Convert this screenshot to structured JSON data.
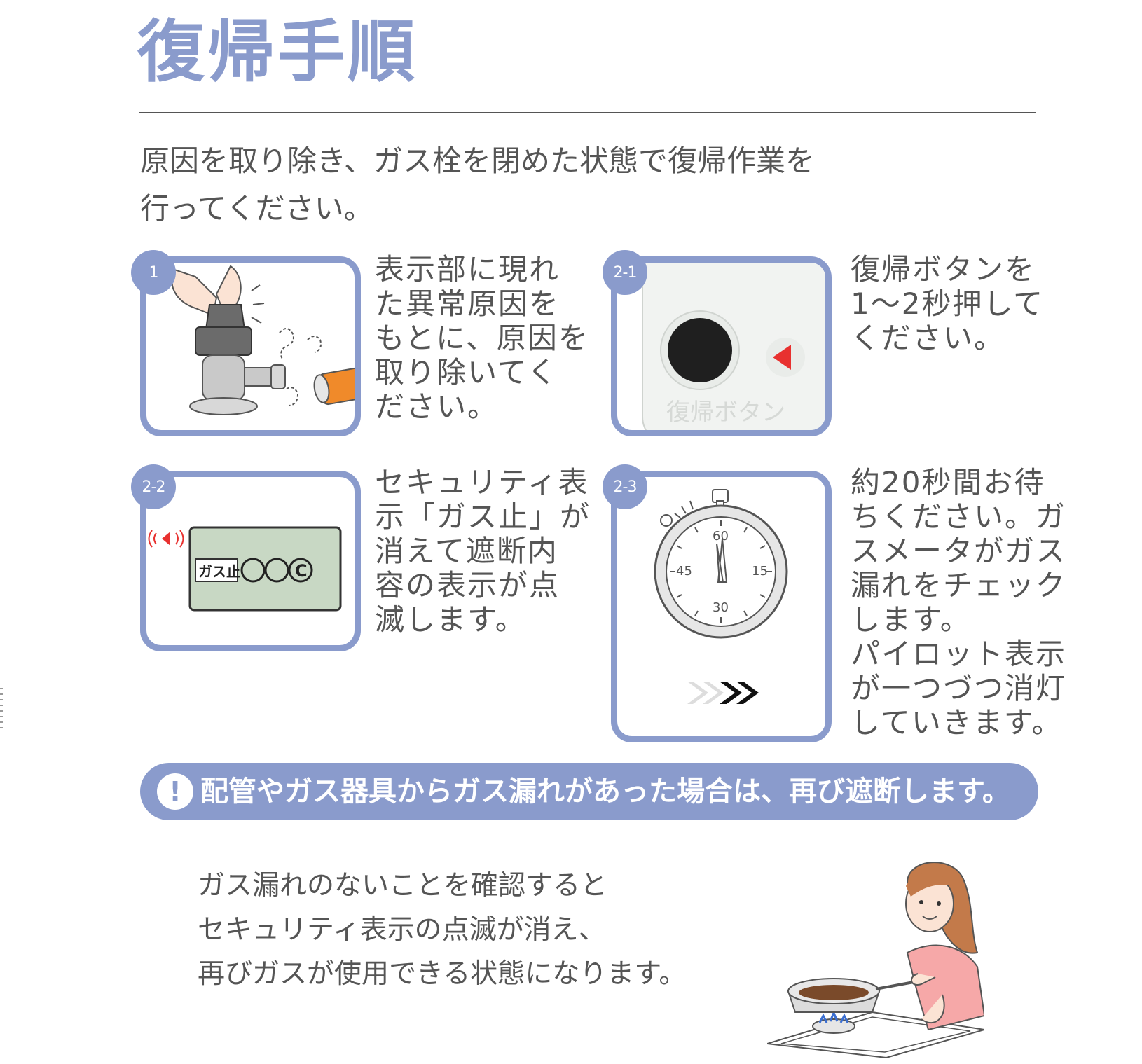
{
  "title": "復帰手順",
  "intro": {
    "line1": "原因を取り除き、ガス栓を閉めた状態で復帰作業を",
    "line2": "行ってください。"
  },
  "steps": [
    {
      "badge": "1",
      "lines": [
        "表示部に現れ",
        "た異常原因を",
        "もとに、原因を",
        "取り除いてく",
        "ださい。"
      ],
      "illustration": "gas-valve-hose-icon"
    },
    {
      "badge": "2-1",
      "lines": [
        "復帰ボタンを",
        "1〜2秒押して",
        "ください。"
      ],
      "illustration": "reset-button-icon",
      "button_label": "復帰ボタン"
    },
    {
      "badge": "2-2",
      "lines": [
        "セキュリティ表",
        "示「ガス止」が",
        "消えて遮断内",
        "容の表示が点",
        "滅します。"
      ],
      "illustration": "lcd-display-icon",
      "lcd": {
        "tag": "ガス止",
        "marks": "◯◯",
        "c_mark": "C"
      }
    },
    {
      "badge": "2-3",
      "lines": [
        "約20秒間お待",
        "ちください。ガ",
        "スメータがガス",
        "漏れをチェック",
        "します。",
        "パイロット表示",
        "が一つづつ消灯",
        "していきます。"
      ],
      "illustration": "stopwatch-icon",
      "dial": {
        "t60": "60",
        "t15": "15",
        "t30": "30",
        "t45": "45"
      }
    }
  ],
  "warning": {
    "icon": "!",
    "text": "配管やガス器具からガス漏れがあった場合は、再び遮断します。"
  },
  "outro": {
    "line1": "ガス漏れのないことを確認すると",
    "line2": "セキュリティ表示の点滅が消え、",
    "line3": "再びガスが使用できる状態になります。"
  },
  "colors": {
    "accent": "#8a9bcc",
    "text": "#555555",
    "alert": "#e8312f",
    "hose": "#f08a2a",
    "lcd": "#c8d8c4"
  }
}
